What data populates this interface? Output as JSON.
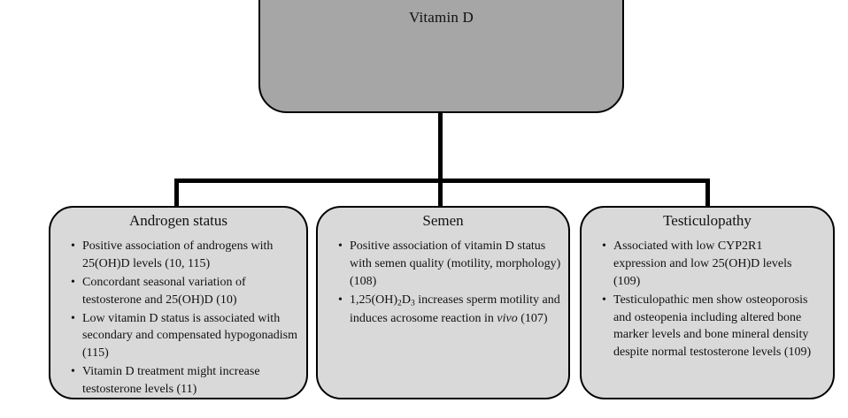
{
  "colors": {
    "root_fill": "#a6a6a6",
    "child_fill": "#d9d9d9",
    "line": "#000000"
  },
  "root": {
    "label": "Vitamin D"
  },
  "boxes": [
    {
      "title": "Androgen status",
      "bullets": [
        [
          {
            "t": "Positive association of androgens with 25(OH)D levels (10, 115)"
          }
        ],
        [
          {
            "t": "Concordant seasonal variation of testosterone and 25(OH)D (10)"
          }
        ],
        [
          {
            "t": "Low vitamin D status is associated with secondary and compensated hypogonadism (115)"
          }
        ],
        [
          {
            "t": "Vitamin D treatment might increase testosterone levels (11)"
          }
        ]
      ]
    },
    {
      "title": "Semen",
      "bullets": [
        [
          {
            "t": "Positive association of vitamin D status with semen quality (motility, morphology) (108)"
          }
        ],
        [
          {
            "t": "1,25(OH)"
          },
          {
            "t": "2",
            "style": "sub"
          },
          {
            "t": "D"
          },
          {
            "t": "3",
            "style": "sub"
          },
          {
            "t": " increases sperm motility and induces acrosome reaction in "
          },
          {
            "t": "vivo",
            "style": "italic"
          },
          {
            "t": " (107)"
          }
        ]
      ]
    },
    {
      "title": "Testiculopathy",
      "bullets": [
        [
          {
            "t": "Associated with low CYP2R1 expression and low 25(OH)D levels (109)"
          }
        ],
        [
          {
            "t": "Testiculopathic men show osteoporosis and osteopenia including altered bone marker levels and bone mineral density despite normal testosterone levels (109)"
          }
        ]
      ]
    }
  ]
}
